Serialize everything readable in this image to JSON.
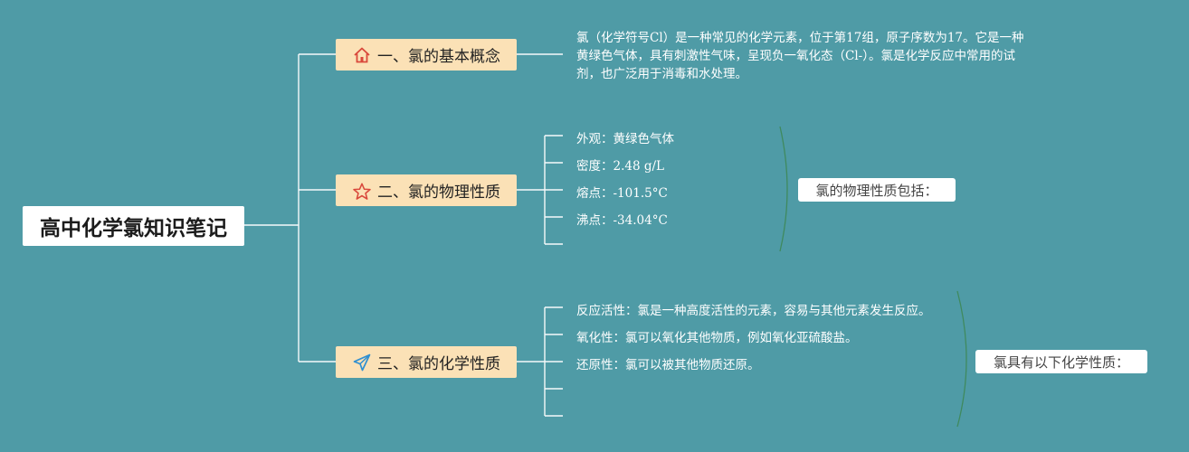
{
  "root": {
    "title": "高中化学氯知识笔记"
  },
  "branches": [
    {
      "label": "一、氯的基本概念",
      "icon": "house-icon",
      "icon_color": "#d9483b"
    },
    {
      "label": "二、氯的物理性质",
      "icon": "star-icon",
      "icon_color": "#d9483b"
    },
    {
      "label": "三、氯的化学性质",
      "icon": "paper-plane-icon",
      "icon_color": "#2f8fd1"
    }
  ],
  "basic_concept": {
    "text": "氯（化学符号Cl）是一种常见的化学元素，位于第17组，原子序数为17。它是一种黄绿色气体，具有刺激性气味，呈现负一氧化态（Cl-）。氯是化学反应中常用的试剂，也广泛用于消毒和水处理。"
  },
  "physical": {
    "items": [
      "外观：黄绿色气体",
      "密度：2.48 g/L",
      "熔点：-101.5°C",
      "沸点：-34.04°C"
    ],
    "summary": "氯的物理性质包括："
  },
  "chemical": {
    "items": [
      "反应活性：氯是一种高度活性的元素，容易与其他元素发生反应。",
      "氧化性：氯可以氧化其他物质，例如氧化亚硫酸盐。",
      "还原性：氯可以被其他物质还原。"
    ],
    "summary": "氯具有以下化学性质："
  },
  "colors": {
    "background": "#4f9ba6",
    "branch_fill": "#fbe1b6",
    "line": "#ffffff"
  }
}
